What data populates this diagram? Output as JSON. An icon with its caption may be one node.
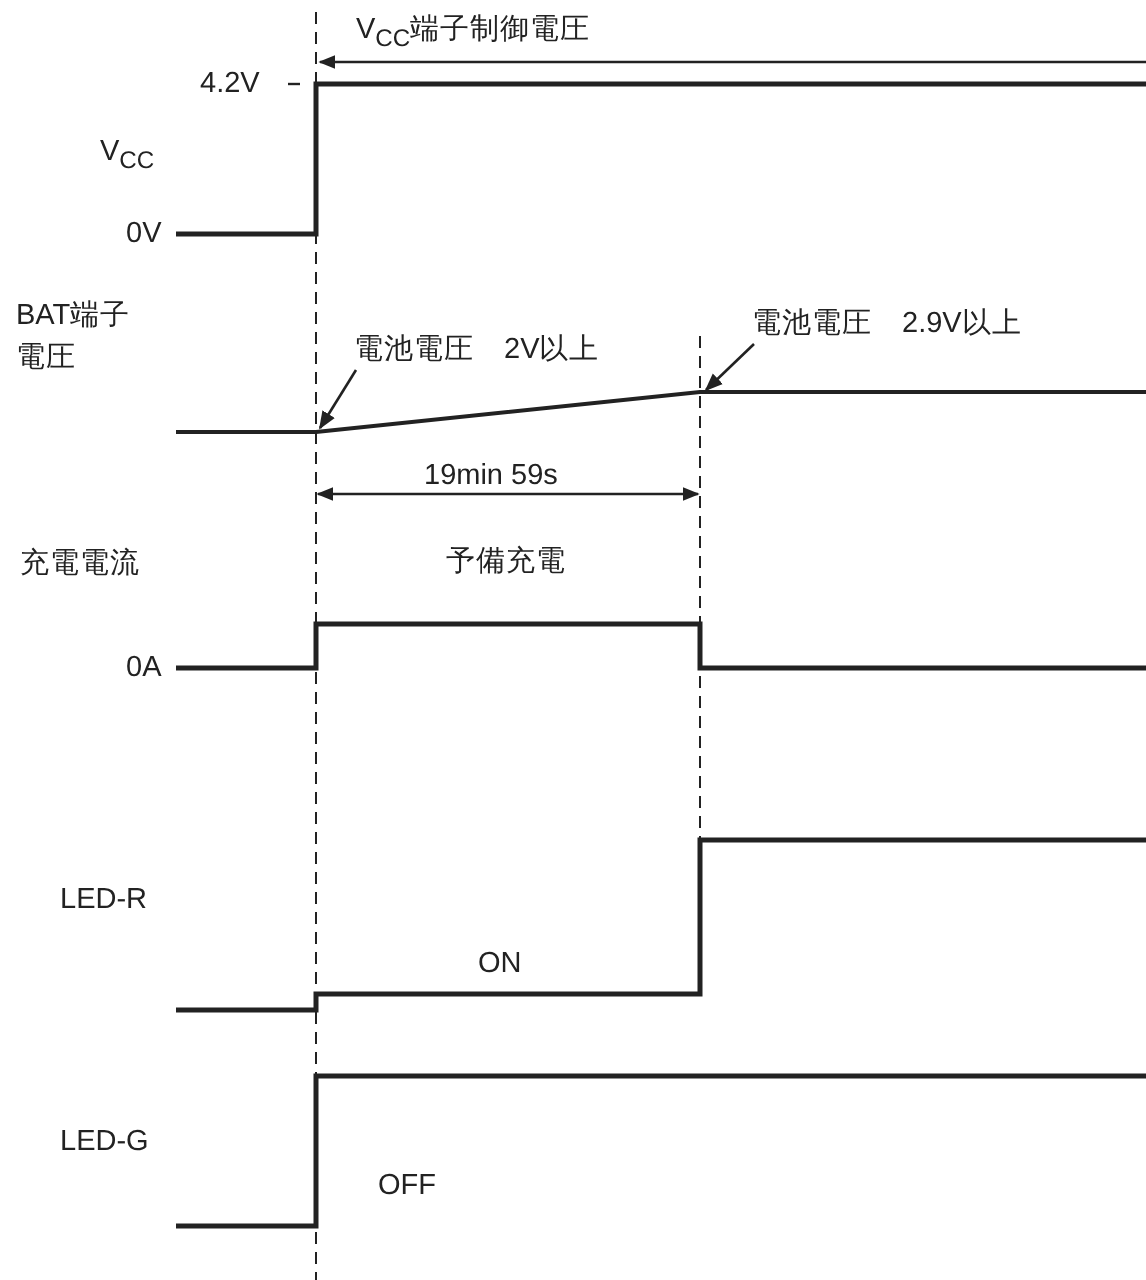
{
  "diagram": {
    "nodes": [
      {
        "text": [
          "電池電圧　2V以上"
        ]
      },
      {
        "text": [
          "電池電圧　2.9V以上"
        ]
      },
      {
        "text": [],
        "shape": "line"
      }
    ],
    "edges": [
      {
        "from": 0,
        "to": 2,
        "arrow": "to"
      },
      {
        "from": 1,
        "to": 2,
        "arrow": "to"
      }
    ],
    "labels": [
      "V$_{CC}$端子制御電圧",
      "4.2V",
      "V$_{CC}$",
      "0V",
      "BAT端子電圧",
      "19min 59s",
      "充電電流",
      "予備充電",
      "0A",
      "LED-R",
      "ON",
      "LED-G",
      "OFF"
    ]
  }
}
